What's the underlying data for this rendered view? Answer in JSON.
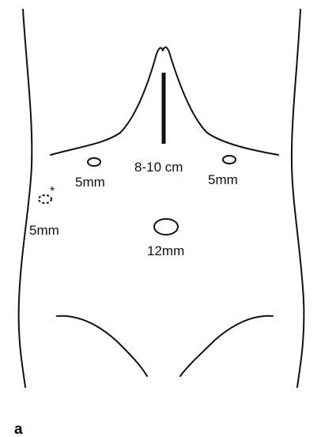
{
  "labels": {
    "incision": "8-10 cm",
    "port_left_upper": "5mm",
    "port_right_upper": "5mm",
    "port_lateral": "5mm",
    "port_center": "12mm",
    "asterisk": "*"
  },
  "panel_label": "a",
  "colors": {
    "ink": "#111111",
    "background": "#ffffff"
  }
}
